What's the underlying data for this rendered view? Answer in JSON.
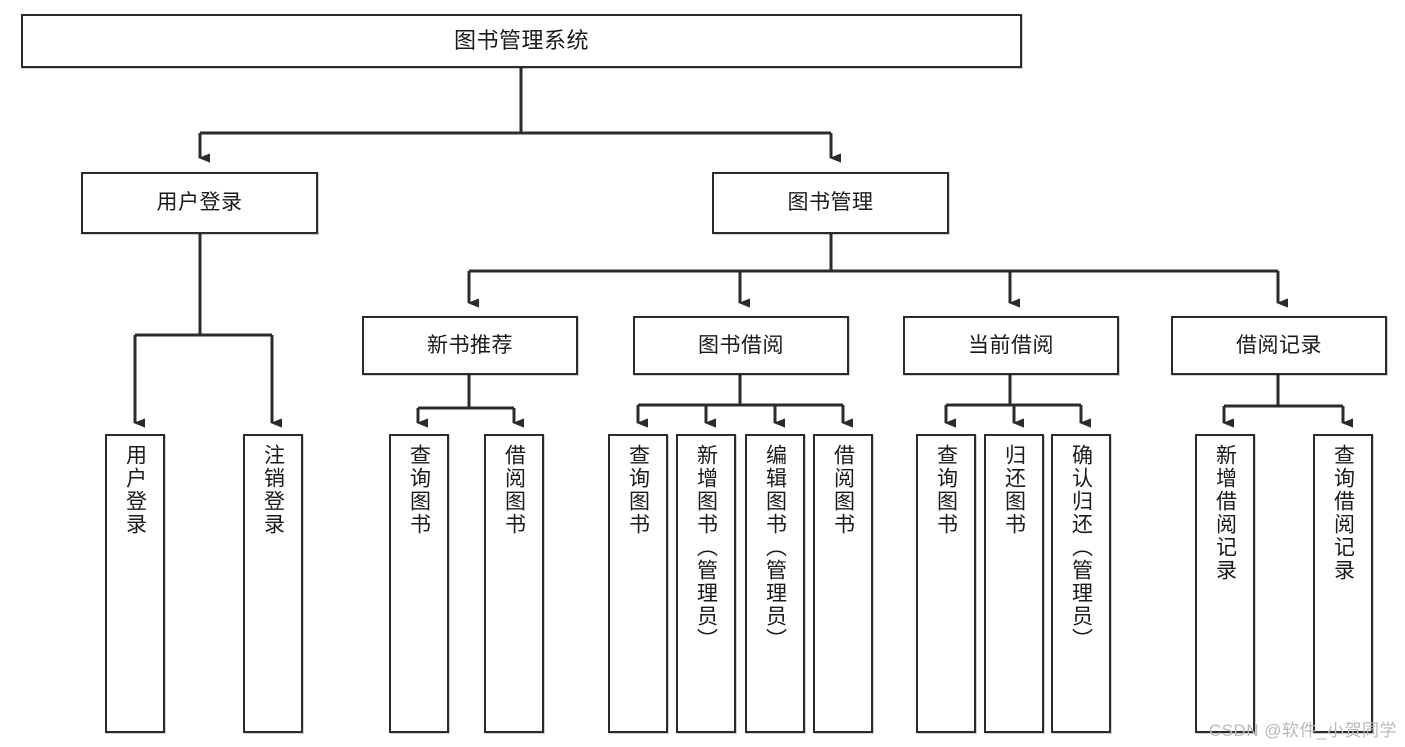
{
  "diagram": {
    "title": "图书管理系统",
    "watermark": "CSDN @软件_小贺同学",
    "line_color": "#2b2b2b",
    "box_fill": "#ffffff",
    "text_color": "#1a1a1a",
    "watermark_color": "#b9b9b9",
    "nodes": {
      "root": "图书管理系统",
      "level2": {
        "user_login": "用户登录",
        "book_manage": "图书管理"
      },
      "level3": {
        "new_book_recommend": "新书推荐",
        "book_borrow": "图书借阅",
        "current_borrow": "当前借阅",
        "borrow_record": "借阅记录"
      },
      "leaves": {
        "user_login_children": [
          "用户登录",
          "注销登录"
        ],
        "new_book_recommend_children": [
          "查询图书",
          "借阅图书"
        ],
        "book_borrow_children": [
          "查询图书",
          "新增图书（管理员）",
          "编辑图书（管理员）",
          "借阅图书"
        ],
        "current_borrow_children": [
          "查询图书",
          "归还图书",
          "确认归还（管理员）"
        ],
        "borrow_record_children": [
          "新增借阅记录",
          "查询借阅记录"
        ]
      }
    }
  }
}
